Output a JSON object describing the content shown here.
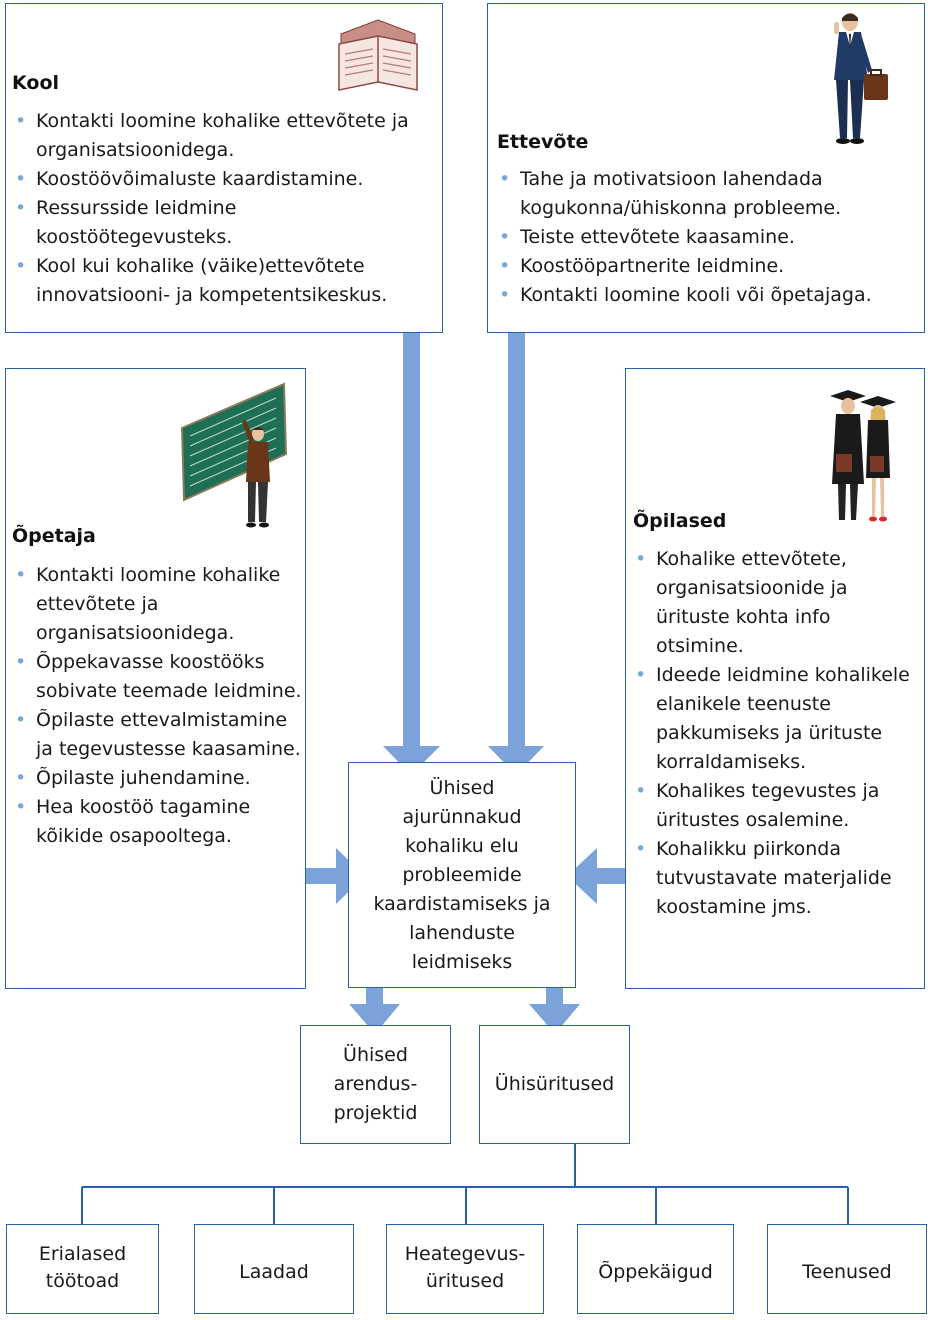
{
  "kool": {
    "title": "Kool",
    "icon": "open-book-icon",
    "items": [
      "Kontakti loomine kohalike ettevõtete ja organisatsioonidega.",
      "Koostöövõimaluste kaardistamine.",
      "Ressursside leidmine koostöötegevusteks.",
      "Kool kui kohalike (väike)ettevõtete innovatsiooni- ja kompetentsikeskus."
    ]
  },
  "ettevote": {
    "title": "Ettevõte",
    "icon": "businessman-icon",
    "items": [
      "Tahe ja motivatsioon lahendada kogukonna/ühiskonna probleeme.",
      "Teiste ettevõtete kaasamine.",
      "Koostööpartnerite leidmine.",
      "Kontakti loomine kooli või õpetajaga."
    ]
  },
  "opetaja": {
    "title": "Õpetaja",
    "icon": "teacher-at-blackboard-icon",
    "items": [
      "Kontakti loomine kohalike ettevõtete ja organisatsioonidega.",
      "Õppekavasse koostööks sobivate teemade leidmine.",
      "Õpilaste ettevalmistamine ja tegevustesse kaasamine.",
      "Õpilaste juhendamine.",
      "Hea koostöö tagamine kõikide osapooltega."
    ]
  },
  "opilased": {
    "title": "Õpilased",
    "icon": "graduates-icon",
    "items": [
      "Kohalike ettevõtete, organisatsioonide ja ürituste kohta info otsimine.",
      "Ideede leidmine kohalikele elanikele teenuste pakkumiseks ja ürituste korraldamiseks.",
      "Kohalikes tegevustes ja üritustes osalemine.",
      "Kohalikku piirkonda tutvustavate materjalide koostamine jms."
    ]
  },
  "center": {
    "text": "Ühised ajurünnakud kohaliku elu probleemide kaardistamiseks ja lahenduste leidmiseks"
  },
  "outputs": {
    "projektid": "Ühised arendus-projektid",
    "uritused": "Ühisüritused"
  },
  "events": [
    "Erialased töötoad",
    "Laadad",
    "Heategevus-üritused",
    "Õppekäigud",
    "Teenused"
  ],
  "colors": {
    "border": "#2a62a8",
    "arrow": "#7ca3d9",
    "bullet": "#7aa6d8"
  }
}
